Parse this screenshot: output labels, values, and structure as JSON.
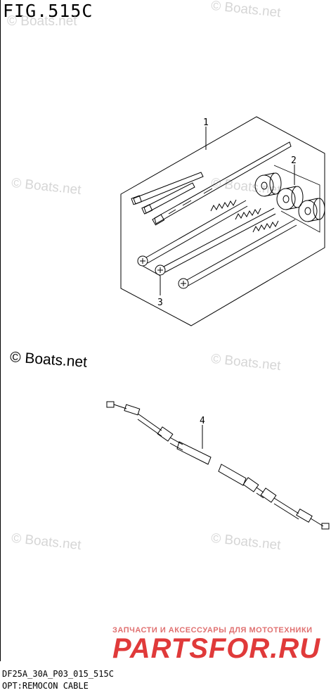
{
  "title": "FIG.515C",
  "watermark": "© Boats.net",
  "callouts": [
    "1",
    "2",
    "3",
    "4"
  ],
  "shop": {
    "tagline": "ЗАПЧАСТИ И АКСЕССУАРЫ ДЛЯ МОТОТЕХНИКИ",
    "logo": "PARTSFOR.RU"
  },
  "footer": {
    "code": "DF25A_30A_P03_015_515C",
    "caption": "OPT:REMOCON CABLE"
  }
}
